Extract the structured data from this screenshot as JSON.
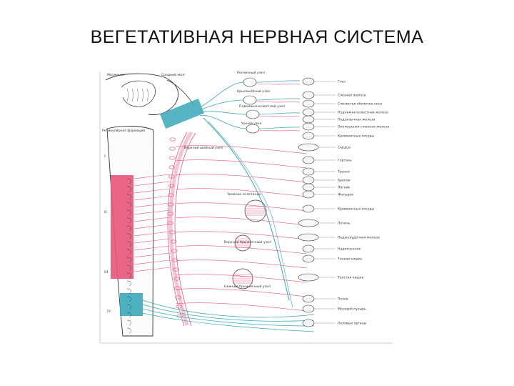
{
  "slide": {
    "title": "ВЕГЕТАТИВНАЯ НЕРВНАЯ СИСТЕМА"
  },
  "colors": {
    "sympathetic": "#e8557a",
    "parasympathetic": "#3aa8b8",
    "outline": "#333333"
  },
  "diagram": {
    "left_labels": [
      {
        "text": "Мозжечок"
      },
      {
        "text": "Средний мозг"
      },
      {
        "text": "Ретикулярная формация"
      }
    ],
    "region_numerals": [
      {
        "text": "I"
      },
      {
        "text": "II"
      },
      {
        "text": "III"
      },
      {
        "text": "IV"
      }
    ],
    "ganglion_labels": [
      {
        "text": "Ресничный узел"
      },
      {
        "text": "Крылонёбный узел"
      },
      {
        "text": "Поднижнечелюстной узел"
      },
      {
        "text": "Ушной узел"
      },
      {
        "text": "Верхний шейный узел"
      },
      {
        "text": "Чревное сплетение"
      },
      {
        "text": "Верхний брыжеечный узел"
      },
      {
        "text": "Нижний брыжеечный узел"
      }
    ],
    "organ_labels": [
      {
        "text": "Глаз"
      },
      {
        "text": "Слёзная железа"
      },
      {
        "text": "Слизистая оболочка носа"
      },
      {
        "text": "Поднижнечелюстная железа"
      },
      {
        "text": "Подъязычная железа"
      },
      {
        "text": "Околоушная слюнная железа"
      },
      {
        "text": "Кровеносные сосуды"
      },
      {
        "text": "Сердце"
      },
      {
        "text": "Гортань"
      },
      {
        "text": "Трахея"
      },
      {
        "text": "Бронхи"
      },
      {
        "text": "Лёгкие"
      },
      {
        "text": "Желудок"
      },
      {
        "text": "Кровеносные сосуды"
      },
      {
        "text": "Печень"
      },
      {
        "text": "Поджелудочная железа"
      },
      {
        "text": "Надпочечник"
      },
      {
        "text": "Тонкая кишка"
      },
      {
        "text": "Толстая кишка"
      },
      {
        "text": "Почки"
      },
      {
        "text": "Мочевой пузырь"
      },
      {
        "text": "Половые органы"
      }
    ]
  }
}
